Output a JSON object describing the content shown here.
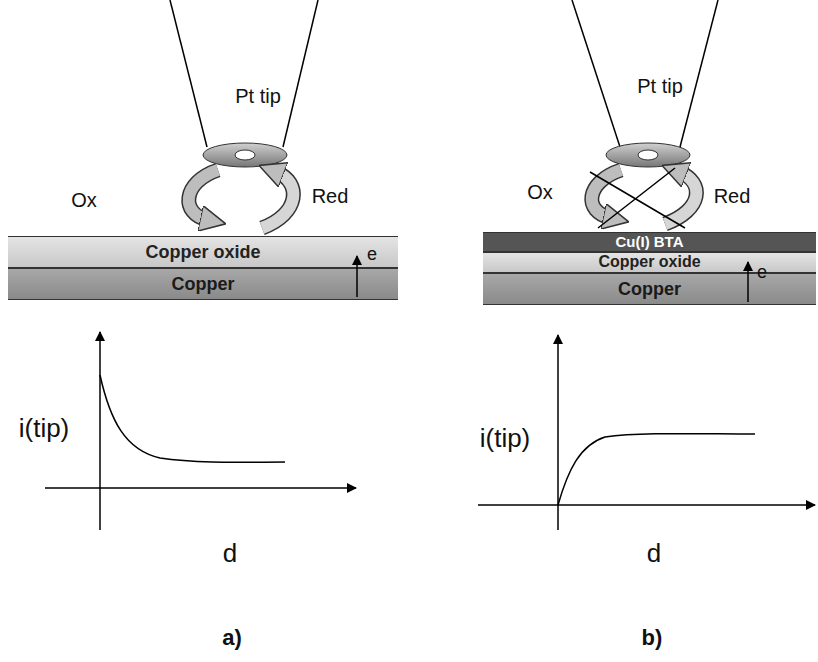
{
  "diagram": {
    "nodes": [
      {
        "text": [
          "Copper oxide"
        ]
      },
      {
        "text": [
          "Copper"
        ]
      },
      {
        "text": [
          "Cu(I) BTA"
        ]
      },
      {
        "text": [
          "Copper oxide"
        ]
      },
      {
        "text": [
          "Copper"
        ]
      }
    ],
    "labels": [
      "Pt tip",
      "Ox",
      "Red",
      "e",
      "i(tip)",
      "d",
      "a)",
      "Pt tip",
      "Ox",
      "Red",
      "e",
      "i(tip)",
      "d",
      "b)"
    ]
  }
}
